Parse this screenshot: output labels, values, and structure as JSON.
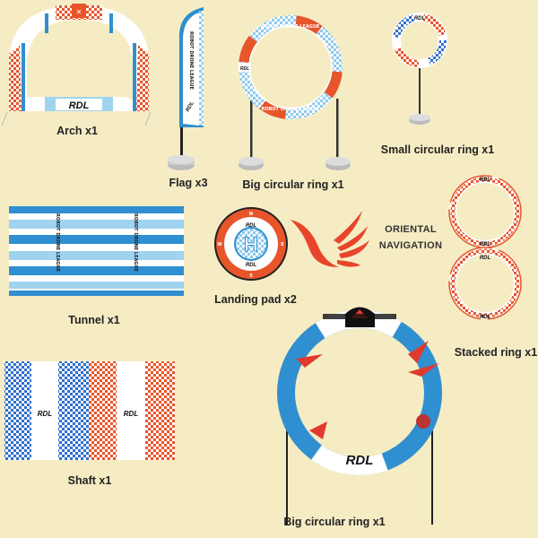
{
  "items": {
    "arch": {
      "label": "Arch x1",
      "brand": "RDL"
    },
    "flag": {
      "label": "Flag x3",
      "text": "ROBOT DRONE LEAGUE",
      "brand": "RDL"
    },
    "big_ring_top": {
      "label": "Big circular ring  x1",
      "text": "ROBOT DRONE LEAGUE",
      "brand": "RDL"
    },
    "small_ring": {
      "label": "Small  circular ring  x1",
      "brand": "RDL"
    },
    "tunnel": {
      "label": "Tunnel x1",
      "text": "ROBOT DRONE LEAGUE"
    },
    "landing_pad": {
      "label": "Landing  pad x2",
      "brand": "RDL",
      "center": "H",
      "compass": [
        "N",
        "E",
        "S",
        "W"
      ]
    },
    "logo": {
      "line1": "ORIENTAL",
      "line2": "NAVIGATION"
    },
    "stacked_ring": {
      "label": "Stacked ring x1",
      "brand": "RDL"
    },
    "big_ring_bottom": {
      "label": "Big circular ring  x1",
      "brand": "RDL"
    },
    "shaft": {
      "label": "Shaft x1",
      "brand": "RDL"
    }
  },
  "colors": {
    "background": "#f6ecc4",
    "blue": "#2f8fd0",
    "light_blue": "#9fd3f0",
    "orange": "#e8552b",
    "white": "#ffffff"
  }
}
